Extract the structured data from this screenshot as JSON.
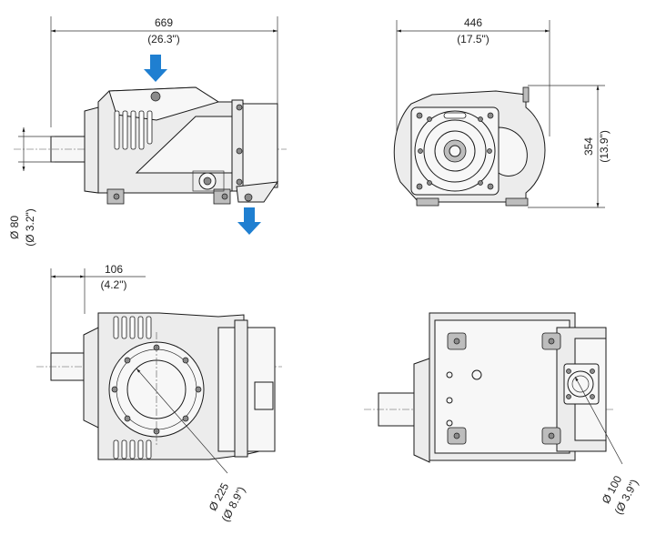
{
  "diagram": {
    "dimensions": {
      "top_width": {
        "mm": "669",
        "inch": "(26.3\")"
      },
      "side_width": {
        "mm": "446",
        "inch": "(17.5\")"
      },
      "side_height": {
        "mm": "354",
        "inch": "(13.9\")"
      },
      "shaft_diameter": {
        "mm": "Ø 80",
        "inch": "(Ø 3.2\")"
      },
      "shaft_length": {
        "mm": "106",
        "inch": "(4.2\")"
      },
      "flange_diameter": {
        "mm": "Ø 225",
        "inch": "(Ø 8.9\")"
      },
      "port_diameter": {
        "mm": "Ø 100",
        "inch": "(Ø 3.9\")"
      }
    },
    "arrow_color": "#1f7fd1"
  }
}
